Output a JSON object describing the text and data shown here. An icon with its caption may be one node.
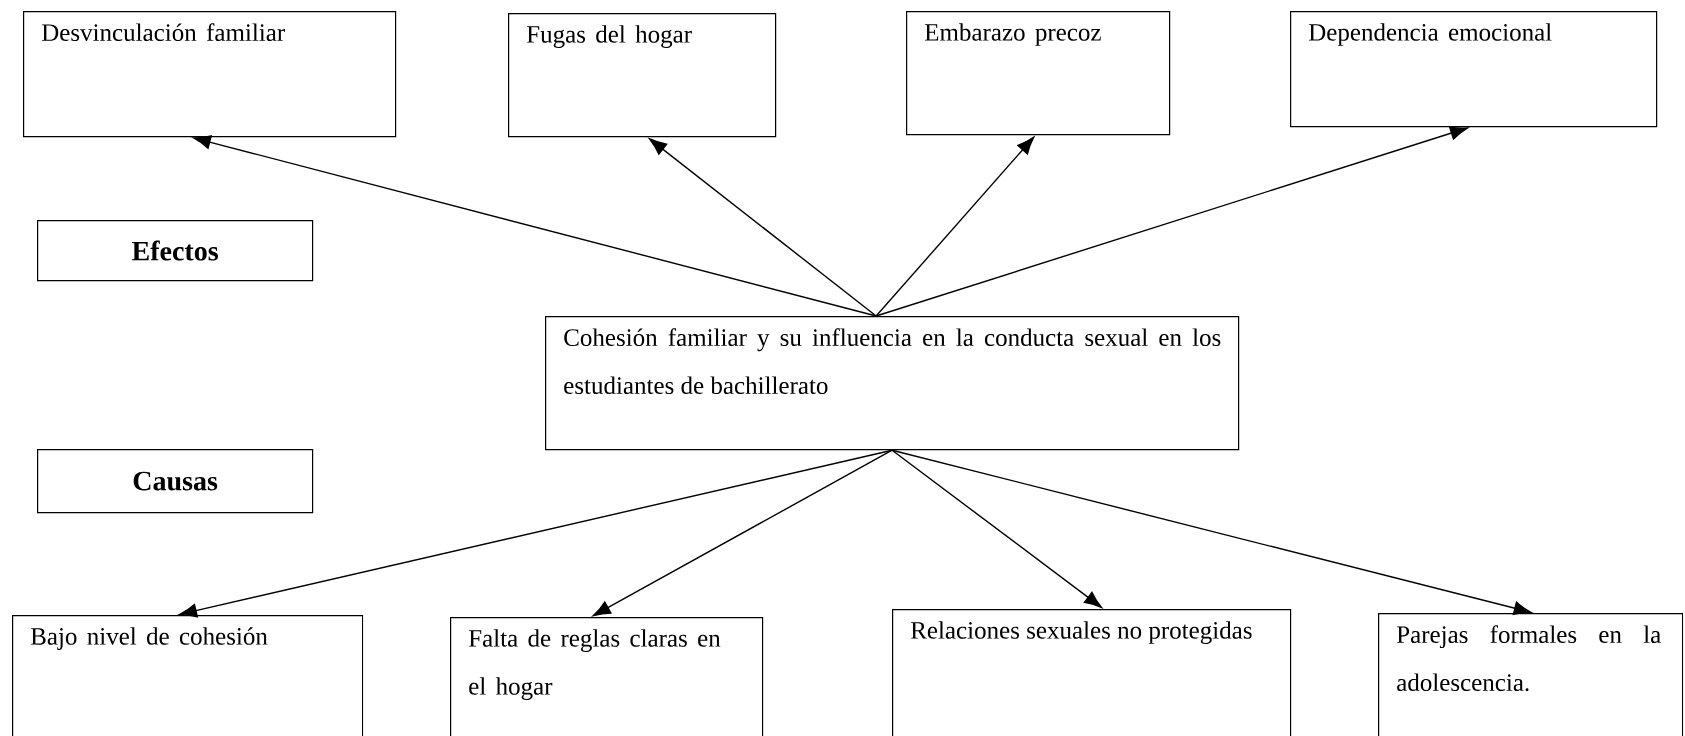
{
  "diagram": {
    "nodes": [
      {
        "text": [
          "Desvinculación familiar"
        ]
      },
      {
        "text": [
          "Fugas del hogar"
        ]
      },
      {
        "text": [
          "Embarazo precoz"
        ]
      },
      {
        "text": [
          "Dependencia emocional"
        ]
      },
      {
        "text": [
          "Efectos"
        ]
      },
      {
        "text": [
          "Cohesión familiar y su influencia en la conducta sexual en los estudiantes de bachillerato"
        ]
      },
      {
        "text": [
          "Causas"
        ]
      },
      {
        "text": [
          "Bajo nivel de cohesión"
        ]
      },
      {
        "text": [
          "Falta de reglas claras en el hogar"
        ]
      },
      {
        "text": [
          "Relaciones sexuales no protegidas"
        ]
      },
      {
        "text": [
          "Parejas formales en la adolescencia."
        ]
      }
    ],
    "edges": [
      {
        "from": 5,
        "to": 0,
        "arrow": "to"
      },
      {
        "from": 5,
        "to": 1,
        "arrow": "to"
      },
      {
        "from": 5,
        "to": 2,
        "arrow": "to"
      },
      {
        "from": 5,
        "to": 3,
        "arrow": "to"
      },
      {
        "from": 5,
        "to": 7,
        "arrow": "to"
      },
      {
        "from": 5,
        "to": 8,
        "arrow": "to"
      },
      {
        "from": 5,
        "to": 9,
        "arrow": "to"
      },
      {
        "from": 5,
        "to": 10,
        "arrow": "to"
      }
    ]
  }
}
